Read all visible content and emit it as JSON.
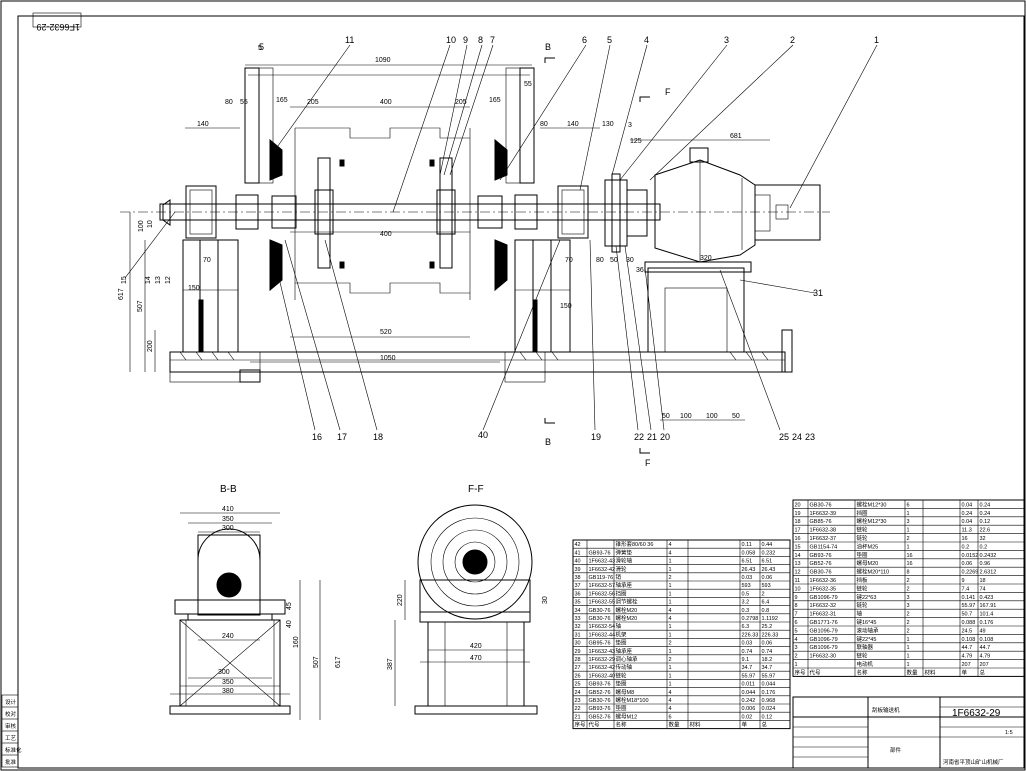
{
  "drawing_no_rotated": "1F6632-29",
  "main_view": {
    "section_marks": {
      "b_top": "B",
      "b_bottom": "B",
      "f_top": "F",
      "f_bottom": "F"
    },
    "dims": {
      "d1090": "1090",
      "d400top": "400",
      "d205a": "205",
      "d205b": "205",
      "d165a": "165",
      "d165b": "165",
      "d80a": "80",
      "d55a": "55",
      "d55b": "55",
      "d140a": "140",
      "d80b": "80",
      "d140b": "140",
      "d130": "130",
      "d125": "125",
      "d681": "681",
      "d400mid": "400",
      "d520": "520",
      "d1050": "1050",
      "d150a": "150",
      "d150b": "150",
      "d100": "100",
      "d10": "10",
      "d617": "617",
      "d507": "507",
      "d200": "200",
      "d70a": "70",
      "d70b": "70",
      "d80c": "80",
      "d50": "50",
      "d30": "30",
      "d36": "36",
      "d320": "320",
      "d50b": "50",
      "d100b": "100",
      "d100c": "100",
      "d50c": "50",
      "d5": "5",
      "d3": "3"
    },
    "callouts": [
      "1",
      "2",
      "3",
      "4",
      "5",
      "6",
      "7",
      "8",
      "9",
      "10",
      "11",
      "5",
      "12",
      "13",
      "14",
      "15",
      "16",
      "17",
      "18",
      "19",
      "20",
      "21",
      "22",
      "23",
      "24",
      "25",
      "31",
      "40"
    ]
  },
  "section_bb": {
    "title": "B-B",
    "dims": {
      "w410": "410",
      "w350": "350",
      "w300": "300",
      "w240": "240",
      "w300b": "300",
      "w350b": "350",
      "w380": "380",
      "h45": "45",
      "h40": "40",
      "h160": "160",
      "h617": "617",
      "h507": "507"
    }
  },
  "section_ff": {
    "title": "F-F",
    "dims": {
      "w420": "420",
      "w470": "470",
      "h220": "220",
      "h387": "387",
      "h30": "30"
    }
  },
  "parts_left": {
    "rows": [
      [
        "42",
        "",
        "锥形套80/60 36",
        "4",
        "",
        "0.11",
        "0.44"
      ],
      [
        "41",
        "GB93-76",
        "弹簧垫",
        "4",
        "",
        "0.058",
        "0.232"
      ],
      [
        "40",
        "1F6632-43",
        "滑轮轴",
        "1",
        "",
        "6.51",
        "6.51"
      ],
      [
        "39",
        "1F6632-42",
        "滑轮",
        "1",
        "",
        "26.43",
        "26.43"
      ],
      [
        "38",
        "GB119-76",
        "销",
        "2",
        "",
        "0.03",
        "0.06"
      ],
      [
        "37",
        "1F6632-57",
        "轴承座",
        "1",
        "",
        "593",
        "593"
      ],
      [
        "36",
        "1F6632-56",
        "挡圈",
        "1",
        "",
        "0.5",
        "2"
      ],
      [
        "35",
        "1F6632-55",
        "调节螺栓",
        "1",
        "",
        "3.2",
        "6.4"
      ],
      [
        "34",
        "GB30-76",
        "螺栓M20",
        "4",
        "",
        "0.3",
        "0.8"
      ],
      [
        "33",
        "GB30-76",
        "螺栓M20",
        "4",
        "",
        "0.2798",
        "1.1192"
      ],
      [
        "32",
        "1F6632-54",
        "轴",
        "1",
        "",
        "6.3",
        "25.2"
      ],
      [
        "31",
        "1F6632-44",
        "机架",
        "1",
        "",
        "226.33",
        "226.33"
      ],
      [
        "30",
        "GB95-76",
        "垫圈",
        "2",
        "",
        "0.03",
        "0.06"
      ],
      [
        "29",
        "1F6632-43",
        "轴承座",
        "1",
        "",
        "0.74",
        "0.74"
      ],
      [
        "28",
        "1F6632-29",
        "调心轴承",
        "2",
        "",
        "9.1",
        "18.2"
      ],
      [
        "27",
        "1F6632-42",
        "传动轴",
        "1",
        "",
        "34.7",
        "34.7"
      ],
      [
        "26",
        "1F6632-40",
        "链轮",
        "1",
        "",
        "55.97",
        "55.97"
      ],
      [
        "25",
        "GB93-76",
        "垫圈",
        "1",
        "",
        "0.011",
        "0.044"
      ],
      [
        "24",
        "GB52-76",
        "螺母M8",
        "4",
        "",
        "0.044",
        "0.176"
      ],
      [
        "23",
        "GB30-76",
        "螺栓M18*100",
        "4",
        "",
        "0.242",
        "0.968"
      ],
      [
        "22",
        "GB93-76",
        "垫圈",
        "4",
        "",
        "0.006",
        "0.024"
      ],
      [
        "21",
        "GB52-76",
        "螺母M12",
        "6",
        "",
        "0.02",
        "0.12"
      ]
    ],
    "header": [
      "序号",
      "代号",
      "名称",
      "数量",
      "材料",
      "单",
      "总"
    ]
  },
  "parts_right": {
    "rows": [
      [
        "20",
        "GB30-76",
        "螺栓M12*30",
        "6",
        "",
        "0.04",
        "0.24"
      ],
      [
        "19",
        "1F6632-39",
        "挡圈",
        "1",
        "",
        "0.24",
        "0.24"
      ],
      [
        "18",
        "GB85-76",
        "螺栓M12*30",
        "3",
        "",
        "0.04",
        "0.12"
      ],
      [
        "17",
        "1F6632-38",
        "链轮",
        "1",
        "",
        "11.3",
        "22.6"
      ],
      [
        "16",
        "1F6632-37",
        "链轮",
        "2",
        "",
        "16",
        "32"
      ],
      [
        "15",
        "GB1154-74",
        "油杯M25",
        "1",
        "",
        "0.2",
        "0.2"
      ],
      [
        "14",
        "GB93-76",
        "垫圈",
        "16",
        "",
        "0.0152",
        "0.2432"
      ],
      [
        "13",
        "GB52-76",
        "螺母M20",
        "16",
        "",
        "0.06",
        "0.96"
      ],
      [
        "12",
        "GB30-76",
        "螺栓M20*110",
        "8",
        "",
        "0.2269",
        "2.6312"
      ],
      [
        "11",
        "1F6632-36",
        "挡板",
        "2",
        "",
        "9",
        "18"
      ],
      [
        "10",
        "1F6632-35",
        "链轮",
        "2",
        "",
        "7.4",
        "74"
      ],
      [
        "9",
        "GB1096-79",
        "键22*63",
        "3",
        "",
        "0.141",
        "0.423"
      ],
      [
        "8",
        "1F6632-32",
        "链轮",
        "3",
        "",
        "55.97",
        "167.91"
      ],
      [
        "7",
        "1F6632-31",
        "轴",
        "2",
        "",
        "50.7",
        "101.4"
      ],
      [
        "6",
        "GB1771-76",
        "键16*45",
        "2",
        "",
        "0.088",
        "0.176"
      ],
      [
        "5",
        "GB1096-79",
        "滚动轴承",
        "2",
        "",
        "24.5",
        "49"
      ],
      [
        "4",
        "GB1096-79",
        "键22*45",
        "1",
        "",
        "0.108",
        "0.108"
      ],
      [
        "3",
        "GB1096-79",
        "联轴器",
        "1",
        "",
        "44.7",
        "44.7"
      ],
      [
        "2",
        "1F6632-30",
        "链轮",
        "1",
        "",
        "4.79",
        "4.79"
      ],
      [
        "1",
        "",
        "电动机",
        "1",
        "",
        "207",
        "207"
      ]
    ],
    "header": [
      "序号",
      "代号",
      "名称",
      "数量",
      "材料",
      "单",
      "总"
    ]
  },
  "title_block": {
    "name": "刮板输送机",
    "sub": "部件",
    "drawing_no": "1F6632-29",
    "scale": "1:5",
    "company": "河南省平顶山矿山机械厂",
    "side_labels": [
      "设计",
      "校对",
      "审核",
      "工艺",
      "标准化",
      "批准"
    ]
  }
}
